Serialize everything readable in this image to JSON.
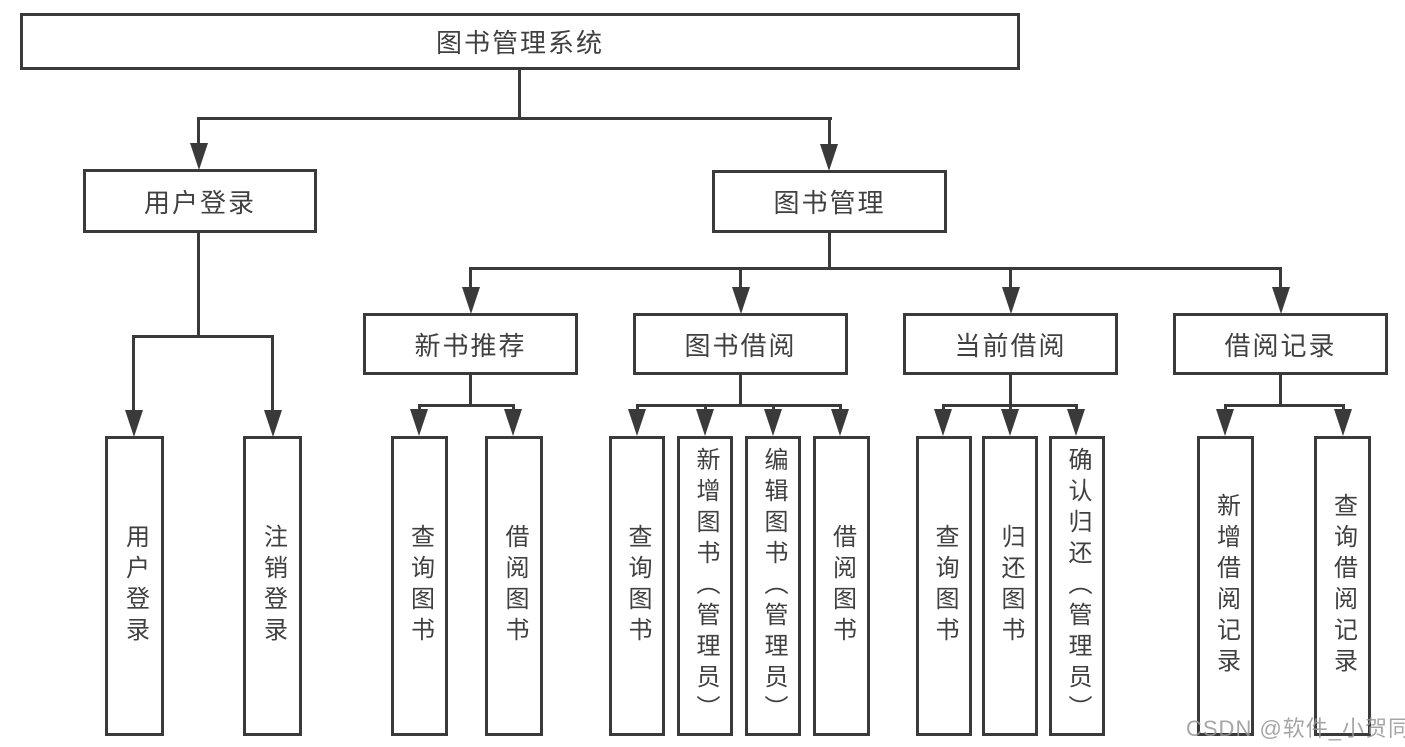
{
  "diagram": {
    "root": {
      "label": "图书管理系统"
    },
    "level2": [
      {
        "label": "用户登录"
      },
      {
        "label": "图书管理"
      }
    ],
    "level3": [
      {
        "label": "新书推荐"
      },
      {
        "label": "图书借阅"
      },
      {
        "label": "当前借阅"
      },
      {
        "label": "借阅记录"
      }
    ],
    "leaves": {
      "user_login": [
        "用户登录",
        "注销登录"
      ],
      "new_books": [
        "查询图书",
        "借阅图书"
      ],
      "book_borrow": [
        "查询图书",
        "新增图书（管理员）",
        "编辑图书（管理员）",
        "借阅图书"
      ],
      "current_borrow": [
        "查询图书",
        "归还图书",
        "确认归还（管理员）"
      ],
      "borrow_records": [
        "新增借阅记录",
        "查询借阅记录"
      ]
    }
  },
  "colors": {
    "line": "#3a3a3a",
    "text": "#404040",
    "watermark": "#969696"
  },
  "watermark": {
    "text": "CSDN @软件_小贺同学"
  }
}
